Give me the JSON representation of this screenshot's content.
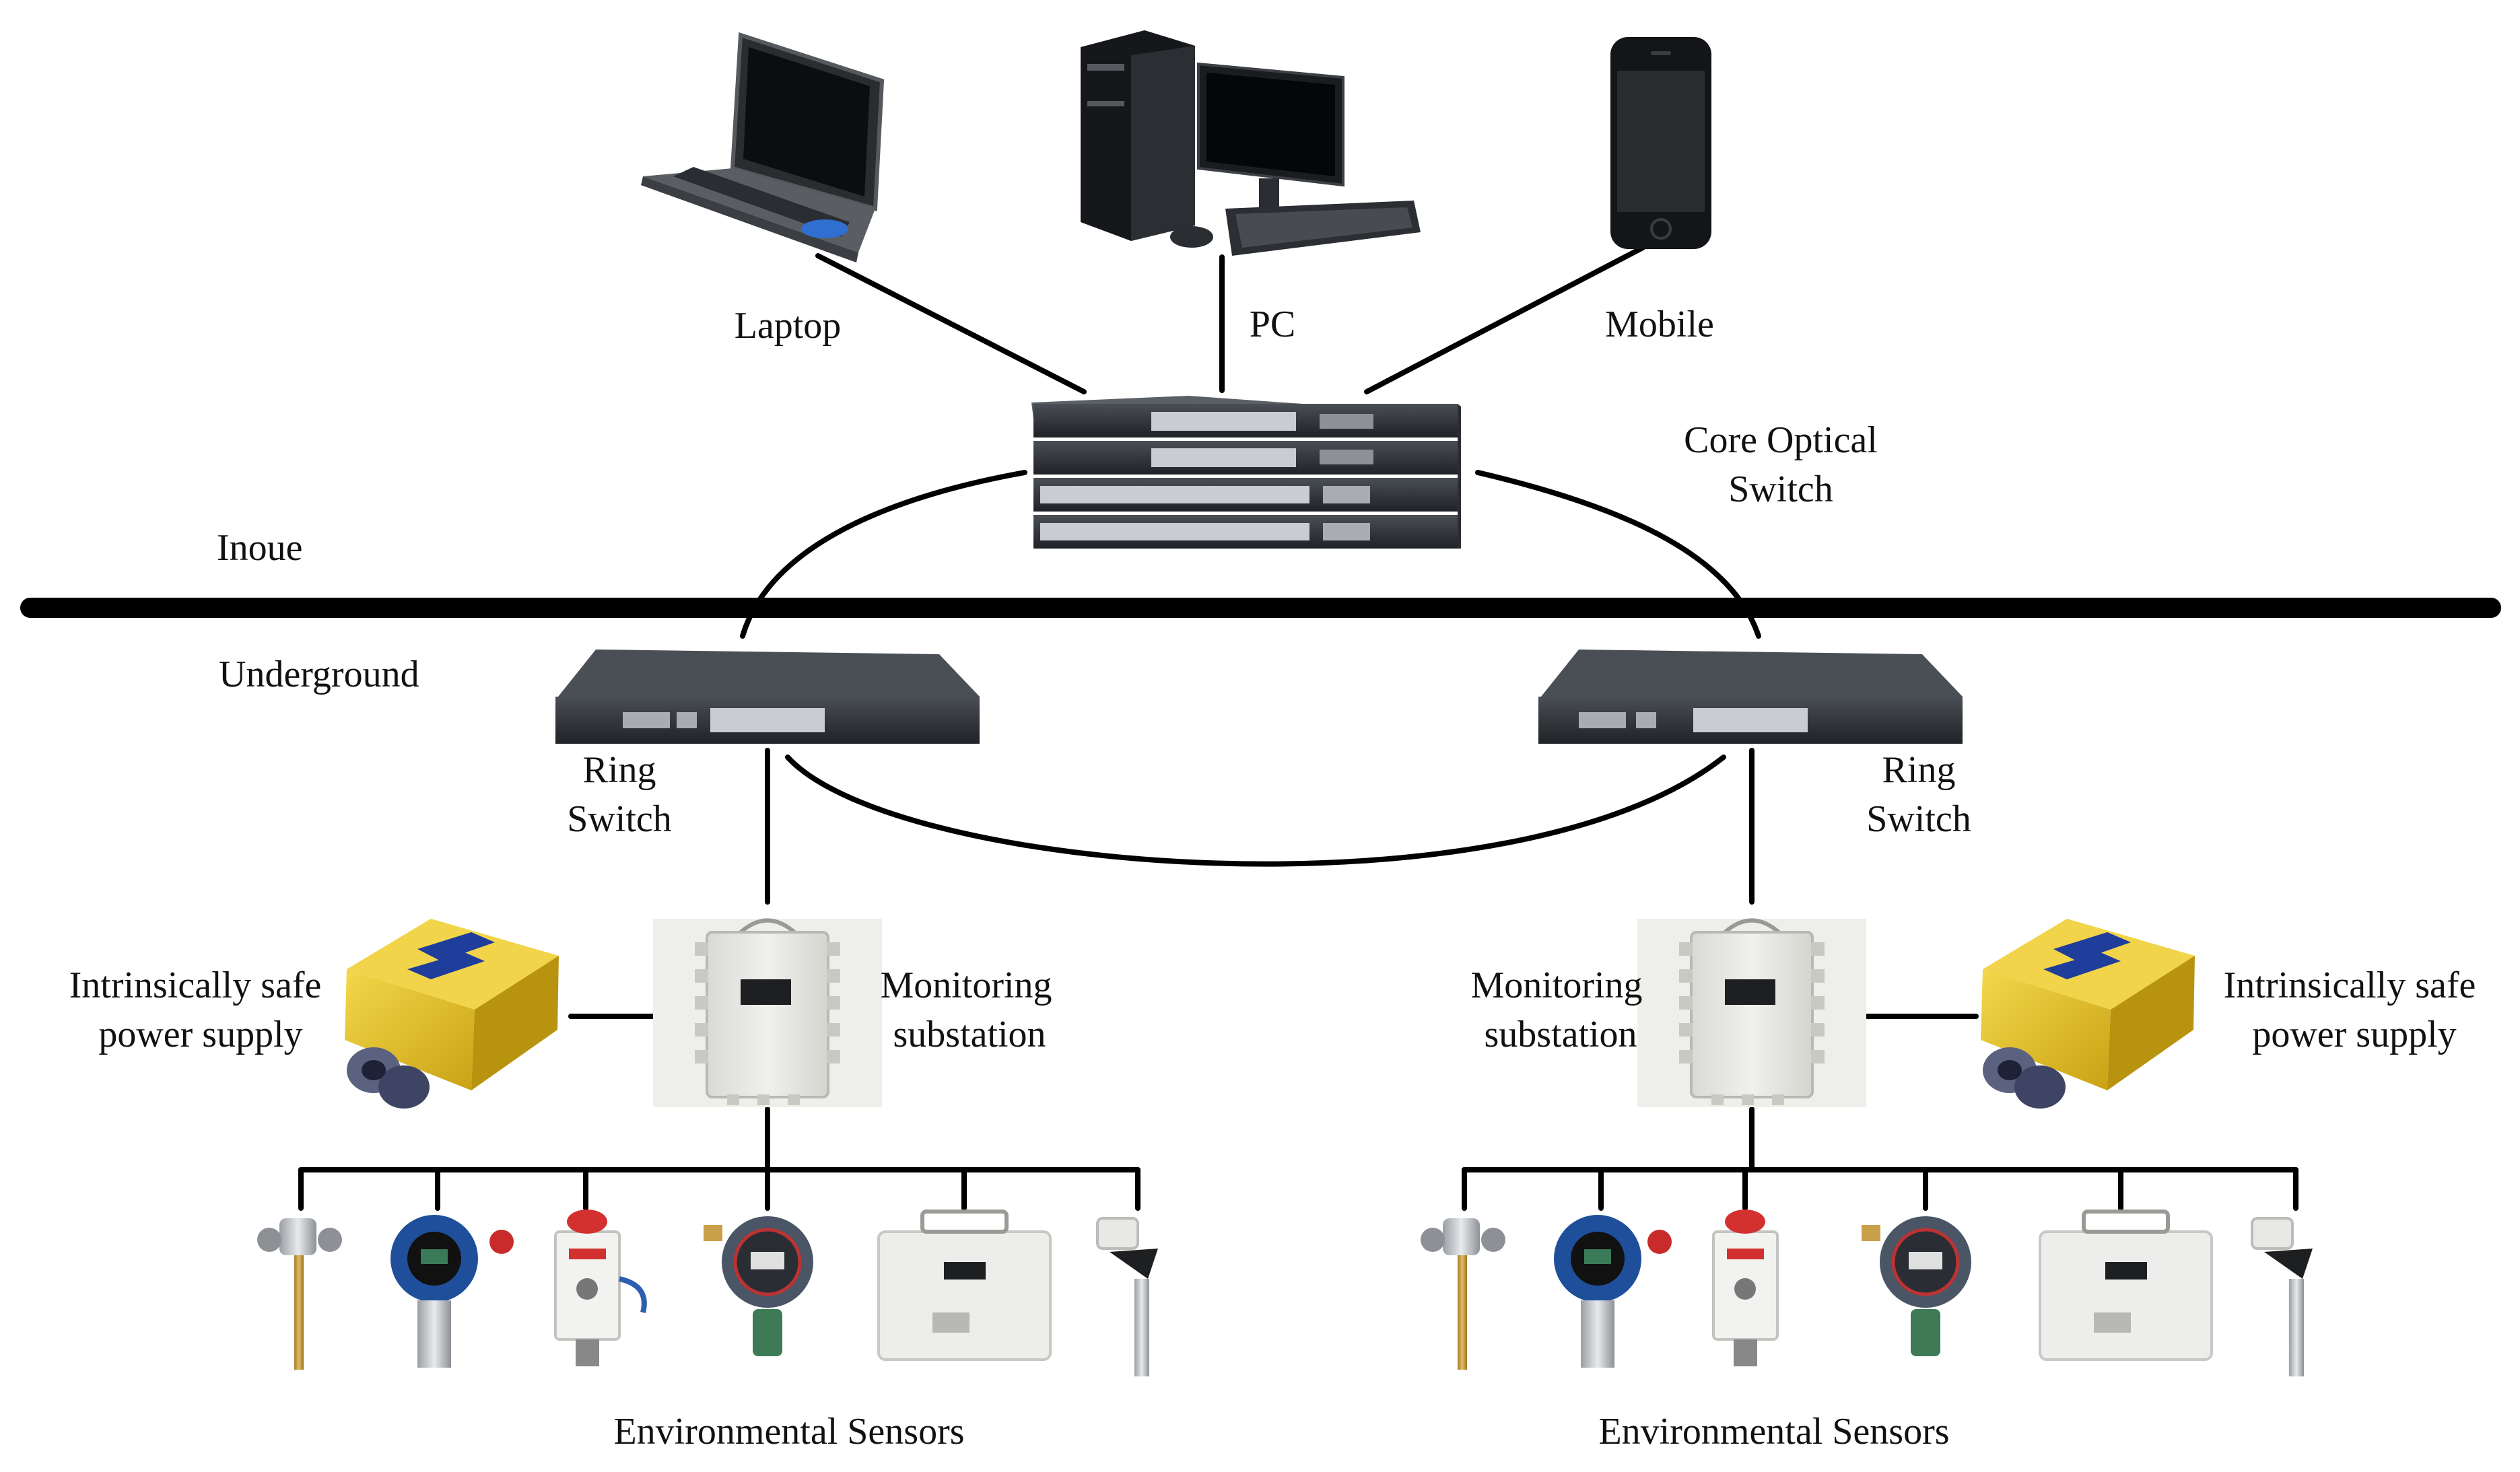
{
  "labels": {
    "laptop": "Laptop",
    "pc": "PC",
    "mobile": "Mobile",
    "core_switch_line1": "Core Optical",
    "core_switch_line2": "Switch",
    "above_ground": "Inoue",
    "underground": "Underground",
    "ring_switch_line1": "Ring",
    "ring_switch_line2": "Switch",
    "power_supply_line1": "Intrinsically safe",
    "power_supply_line2": "power supply",
    "substation_line1": "Monitoring",
    "substation_line2": "substation",
    "sensors": "Environmental Sensors"
  },
  "colors": {
    "line": "#000000",
    "device_dark": "#2b2f33",
    "port_gray": "#c9ccd0",
    "power_supply_yellow": "#e7c72a",
    "substation_body": "#e6e7e3",
    "sensor_blue": "#1f4f9a",
    "sensor_brass": "#c9a04a"
  },
  "icons": {
    "laptop": "laptop-icon",
    "pc": "desktop-pc-icon",
    "mobile": "smartphone-icon",
    "core_switch": "core-optical-switch-icon",
    "ring_switch": "ring-switch-icon",
    "power_supply": "power-supply-icon",
    "substation": "monitoring-substation-icon",
    "sensors": [
      "temperature-probe-icon",
      "gas-detector-icon",
      "alarm-sensor-icon",
      "gas-detector-icon",
      "dust-sampler-icon",
      "wind-speed-sensor-icon"
    ]
  }
}
